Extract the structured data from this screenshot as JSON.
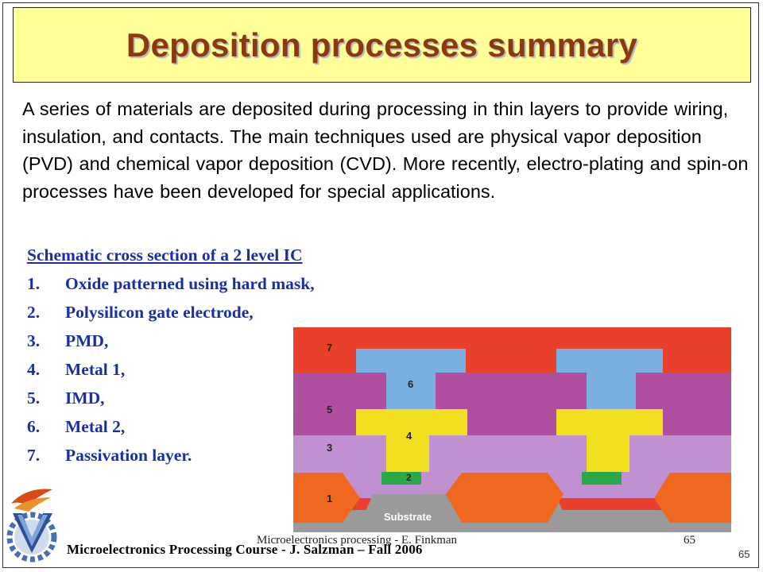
{
  "title": "Deposition processes summary",
  "body": "A series of materials are deposited during processing in thin layers to provide wiring, insulation, and contacts. The main techniques used are physical vapor deposition (PVD) and chemical vapor deposition (CVD). More recently, electro-plating and spin-on processes have been developed for special applications.",
  "list": {
    "heading": "Schematic cross section of a 2 level IC",
    "items": [
      {
        "num": "1.",
        "label": "Oxide patterned using hard mask,"
      },
      {
        "num": "2.",
        "label": "Polysilicon gate electrode,"
      },
      {
        "num": "3.",
        "label": "PMD,"
      },
      {
        "num": "4.",
        "label": "Metal 1,"
      },
      {
        "num": "5.",
        "label": "IMD,"
      },
      {
        "num": "6.",
        "label": "Metal 2,"
      },
      {
        "num": "7.",
        "label": "Passivation layer."
      }
    ]
  },
  "figure": {
    "layer_labels": {
      "l7": "7",
      "l6": "6",
      "l5": "5",
      "l4": "4",
      "l3": "3",
      "l2": "2",
      "l1": "1"
    },
    "substrate_label": "Substrate",
    "colors": {
      "passivation": "#e8402a",
      "metal2": "#7ab0e0",
      "imd": "#b04fa0",
      "metal1": "#f0e020",
      "pmd": "#c090d0",
      "poly": "#2aa84a",
      "oxide": "#f06820",
      "substrate": "#9a9a9a"
    }
  },
  "footer": {
    "course": "Microelectronics  Processing Course  - J. Salzman – Fall 2006",
    "credit": "Microelectronics processing - E. Finkman",
    "page_inner": "65",
    "page": "65"
  },
  "colors": {
    "title_bg": "#ffff99",
    "title_text": "#8b3a0f",
    "list_text": "#1a2ea8"
  },
  "icons": {
    "logo": "technion-logo"
  }
}
